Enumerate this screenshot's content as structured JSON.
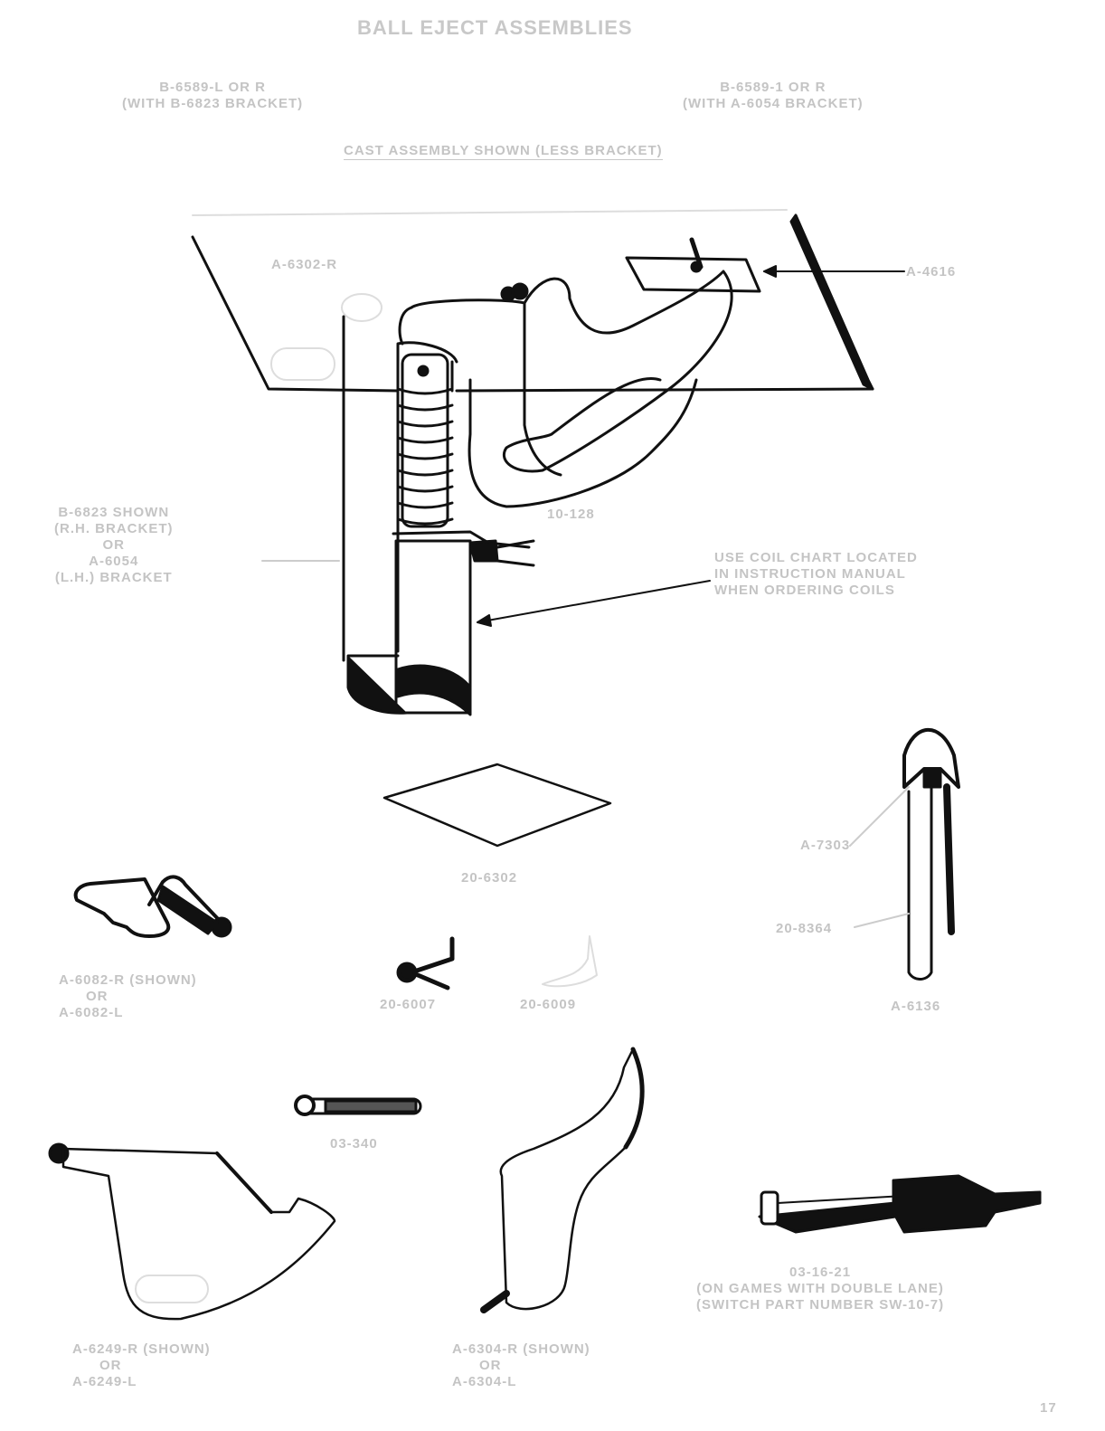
{
  "title": "BALL EJECT ASSEMBLIES",
  "variants": {
    "left": {
      "part": "B-6589-L OR R",
      "note": "(WITH B-6823 BRACKET)"
    },
    "right": {
      "part": "B-6589-1 OR R",
      "note": "(WITH A-6054 BRACKET)"
    }
  },
  "assembly_caption": "CAST ASSEMBLY SHOWN (LESS BRACKET)",
  "callouts": {
    "arm_pivot": "A-6302-R",
    "plate": "A-4616",
    "spring": "10-128",
    "bracket": [
      "B-6823 SHOWN",
      "(R.H. BRACKET)",
      "OR",
      "A-6054",
      "(L.H.) BRACKET"
    ],
    "coil_note": [
      "USE COIL CHART LOCATED",
      "IN INSTRUCTION MANUAL",
      "WHEN ORDERING COILS"
    ]
  },
  "parts": {
    "square_plate": "20-6302",
    "cap": "A-7303",
    "post_sleeve": "20-8364",
    "post": "A-6136",
    "link": [
      "A-6082-R (SHOWN)",
      "OR",
      "A-6082-L"
    ],
    "pin": "20-6007",
    "clip": "20-6009",
    "spring_small": "03-340",
    "crank": [
      "A-6249-R (SHOWN)",
      "OR",
      "A-6249-L"
    ],
    "kicker": [
      "A-6304-R (SHOWN)",
      "OR",
      "A-6304-L"
    ],
    "switch": [
      "03-16-21",
      "(ON GAMES WITH DOUBLE LANE)",
      "(SWITCH PART NUMBER SW-10-7)"
    ]
  },
  "page_number": "17"
}
